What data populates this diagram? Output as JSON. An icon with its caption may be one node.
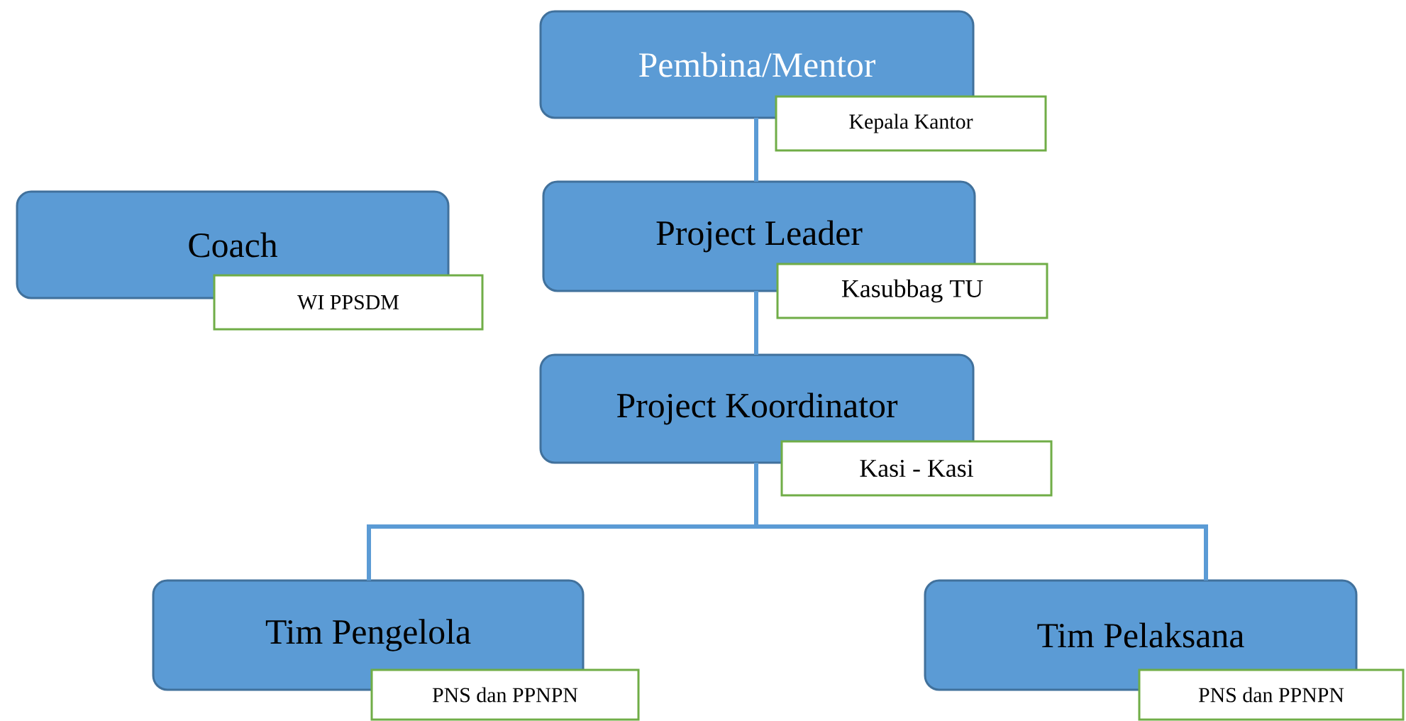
{
  "diagram": {
    "nodes": [
      {
        "text": [
          "Pembina/Mentor"
        ]
      },
      {
        "text": [
          "Kepala Kantor"
        ]
      },
      {
        "text": [
          "Coach"
        ]
      },
      {
        "text": [
          "WI PPSDM"
        ]
      },
      {
        "text": [
          "Project Leader"
        ]
      },
      {
        "text": [
          "Kasubbag TU"
        ]
      },
      {
        "text": [
          "Project Koordinator"
        ]
      },
      {
        "text": [
          "Kasi - Kasi"
        ]
      },
      {
        "text": [
          "Tim Pengelola"
        ]
      },
      {
        "text": [
          "PNS dan PPNPN"
        ]
      },
      {
        "text": [
          "Tim Pelaksana"
        ]
      },
      {
        "text": [
          "PNS dan PPNPN"
        ]
      }
    ],
    "edges": [
      {
        "from": 0,
        "to": 4,
        "arrow": "none"
      },
      {
        "from": 4,
        "to": 6,
        "arrow": "none"
      },
      {
        "from": 6,
        "to": 8,
        "arrow": "none"
      },
      {
        "from": 6,
        "to": 10,
        "arrow": "none"
      }
    ]
  }
}
